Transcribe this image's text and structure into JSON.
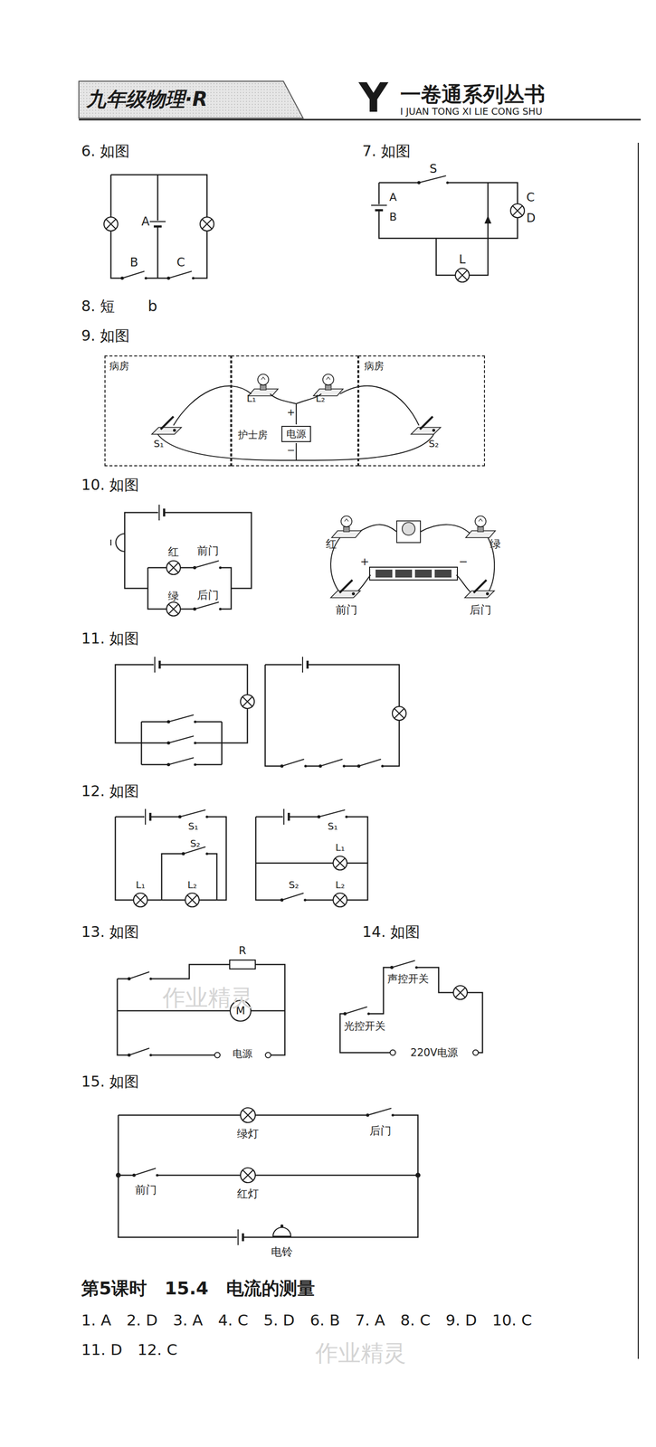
{
  "diagram": {
    "title": "九年级物理·R",
    "nodes": [
      {
        "text": [
          "病房"
        ]
      },
      {
        "text": [
          "护士房"
        ]
      },
      {
        "text": [
          "电源"
        ],
        "in": 1
      },
      {
        "text": [
          "病房"
        ]
      }
    ],
    "labels": [
      "Y",
      "一卷通系列丛书",
      "I JUAN TONG XI LIE CONG SHU",
      "6. 如图",
      "A",
      "B",
      "C",
      "7. 如图",
      "A",
      "B",
      "S",
      "C",
      "D",
      "L",
      "8. 短",
      "b",
      "9. 如图",
      "L₁",
      "L₂",
      "+",
      "−",
      "S₁",
      "S₂",
      "10. 如图",
      "红",
      "前门",
      "绿",
      "后门",
      "红",
      "绿",
      "前门",
      "后门",
      "+",
      "−",
      "11. 如图",
      "12. 如图",
      "S₁",
      "S₂",
      "L₁",
      "L₂",
      "S₁",
      "L₁",
      "S₂",
      "L₂",
      "13. 如图",
      "R",
      "M",
      "电源",
      "14. 如图",
      "声控开关",
      "光控开关",
      "220V电源",
      "15. 如图",
      "绿灯",
      "后门",
      "前门",
      "红灯",
      "电铃",
      "第5课时　15.4　电流的测量",
      "1. A　2. D　3. A　4. C　5. D　6. B　7. A　8. C　9. D　10. C",
      "11. D　12. C",
      "作业精灵",
      "作业精灵"
    ]
  }
}
